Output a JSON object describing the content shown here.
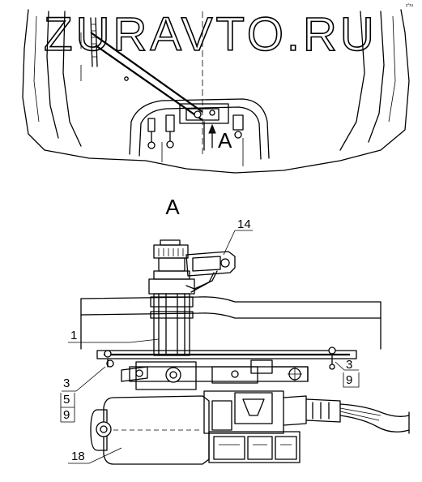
{
  "watermark": "ZURAVTO.RU",
  "corner_mark": "z°ru",
  "view_marker": "A",
  "view_title": "A",
  "callouts": {
    "c14": "14",
    "c1": "1",
    "c3_left": "3",
    "c5_left": "5",
    "c9_left": "9",
    "c3_right": "3",
    "c9_right": "9",
    "c18": "18"
  }
}
